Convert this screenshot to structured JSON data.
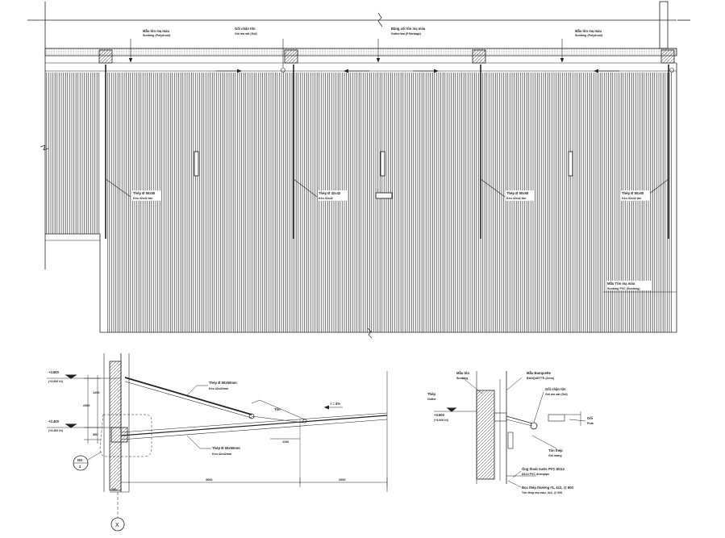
{
  "plan": {
    "callouts_top": [
      {
        "line1": "Mẫu tôn mạ màu",
        "line2": "Sunbing (Polydrum)"
      },
      {
        "line1": "Gối chặn tôn",
        "line2": "Gối ma sát (Gối)"
      },
      {
        "line1": "Băng xối tôn mạ màu",
        "line2": "Gutter/ma (PGarbage)"
      },
      {
        "line1": "Mẫu tôn mạ màu",
        "line2": "Sunbing (Polydrum)"
      }
    ],
    "rafter_callouts": [
      {
        "line1": "Thép Ø 50x50",
        "line2": "Kèo 42x42 tôn"
      },
      {
        "line1": "Thép Ø 42x42",
        "line2": "Kèo 42x42"
      },
      {
        "line1": "Thép Ø 50x50",
        "line2": "Kèo 42x42 tôn"
      },
      {
        "line1": "Thép Ø 50x50",
        "line2": "Kèo 42x42 tôn"
      }
    ],
    "corner_callout": {
      "line1": "Mẫu Tôn mạ màu",
      "line2": "Sunbing PVC (Sunbing)"
    }
  },
  "section_a": {
    "levels": [
      {
        "code": "+3.600",
        "sub": "(+3.600 ht)"
      },
      {
        "code": "+2.400",
        "sub": "(+2.400 ht)"
      }
    ],
    "callouts": [
      {
        "line1": "Thép Ø 50x50mm",
        "line2": "Kèo 42x42mm"
      },
      {
        "line1": "Thép Ø 50x50mm",
        "line2": "Kèo 42x42mm"
      },
      {
        "line1": "Tôn",
        "line2": ""
      },
      {
        "line1": "i = 4%",
        "line2": ""
      }
    ],
    "dims": {
      "height_total": "1200",
      "height_upper": "2300",
      "height_lower": "300",
      "span_left": "3000",
      "span_right": "2000",
      "small": "1100",
      "base": "200"
    },
    "detail_tag": {
      "top": "NO",
      "bottom": "2"
    },
    "axis_label": "X"
  },
  "section_b": {
    "callouts": [
      {
        "line1": "Mẫu tôn",
        "line2": "Sunbing"
      },
      {
        "line1": "Mẫu Banquette",
        "line2": "BANQUETTE (2mm)"
      },
      {
        "line1": "Gối chặn tôn",
        "line2": "Gối ma sát (Gối)"
      },
      {
        "line1": "Thép",
        "line2": "Gutter"
      },
      {
        "line1": "Gối",
        "line2": "Pula"
      },
      {
        "line1": "Tôn thép",
        "line2": "Gối máng"
      },
      {
        "line1": "Ống thoát nước PVC Ø114",
        "line2": "Ø114 PVC drainpipe"
      },
      {
        "line1": "Bọc thép thường #1, 4x2, @ 600",
        "line2": "Tôn thép mạ màu, 4x2, @ 600"
      }
    ],
    "level": {
      "code": "+3.600",
      "sub": "(+3.600 ht)"
    }
  }
}
